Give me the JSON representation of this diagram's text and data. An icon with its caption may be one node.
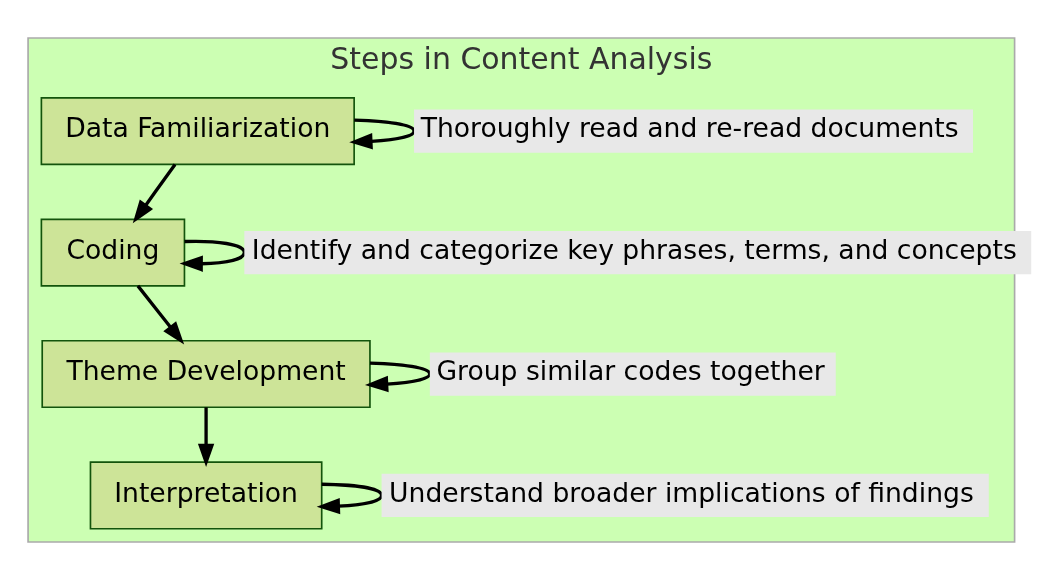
{
  "diagram": {
    "nodes": [
      {
        "text": [
          "Steps in Content Analysis"
        ]
      },
      {
        "text": [
          "Data Familiarization"
        ],
        "in": 0
      },
      {
        "text": [
          "Coding"
        ],
        "in": 0
      },
      {
        "text": [
          "Theme Development"
        ],
        "in": 0
      },
      {
        "text": [
          "Interpretation"
        ],
        "in": 0
      }
    ],
    "edges": [
      {
        "from": 1,
        "to": 1,
        "arrow": "to",
        "label": "Thoroughly read and re-read documents"
      },
      {
        "from": 1,
        "to": 2,
        "arrow": "to"
      },
      {
        "from": 2,
        "to": 2,
        "arrow": "to",
        "label": "Identify and categorize key phrases, terms, and concepts"
      },
      {
        "from": 2,
        "to": 3,
        "arrow": "to"
      },
      {
        "from": 3,
        "to": 3,
        "arrow": "to",
        "label": "Group similar codes together"
      },
      {
        "from": 3,
        "to": 4,
        "arrow": "to"
      },
      {
        "from": 4,
        "to": 4,
        "arrow": "to",
        "label": "Understand broader implications of findings"
      }
    ]
  }
}
